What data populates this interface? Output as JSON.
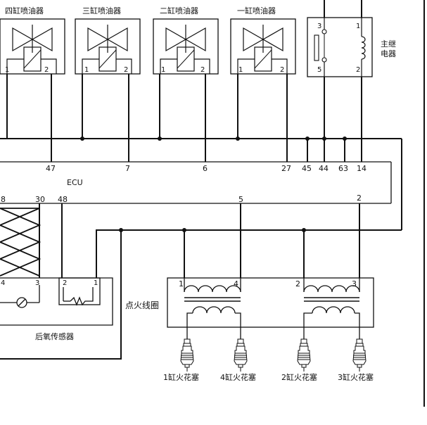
{
  "injectors": [
    {
      "title": "四缸喷油器",
      "pin_left": "1",
      "pin_right": "2"
    },
    {
      "title": "三缸喷油器",
      "pin_left": "1",
      "pin_right": "2"
    },
    {
      "title": "二缸喷油器",
      "pin_left": "1",
      "pin_right": "2"
    },
    {
      "title": "一缸喷油器",
      "pin_left": "1",
      "pin_right": "2"
    }
  ],
  "relay": {
    "label_line1": "主继",
    "label_line2": "电器",
    "pins": [
      "3",
      "1",
      "5",
      "2"
    ]
  },
  "ecu": {
    "label": "ECU",
    "top_pins": [
      "47",
      "7",
      "6",
      "27",
      "45",
      "44",
      "63",
      "14"
    ],
    "bottom_pins": [
      "8",
      "30",
      "48",
      "5",
      "2"
    ]
  },
  "o2_sensor": {
    "label": "后氧传感器",
    "pins": [
      "4",
      "3",
      "2",
      "1"
    ]
  },
  "ignition_coil": {
    "label": "点火线圈",
    "pins": [
      "1",
      "4",
      "2",
      "3"
    ]
  },
  "spark_plugs": [
    {
      "label": "1缸火花塞"
    },
    {
      "label": "4缸火花塞"
    },
    {
      "label": "2缸火花塞"
    },
    {
      "label": "3缸火花塞"
    }
  ],
  "colors": {
    "line": "#111111",
    "background": "#ffffff"
  }
}
